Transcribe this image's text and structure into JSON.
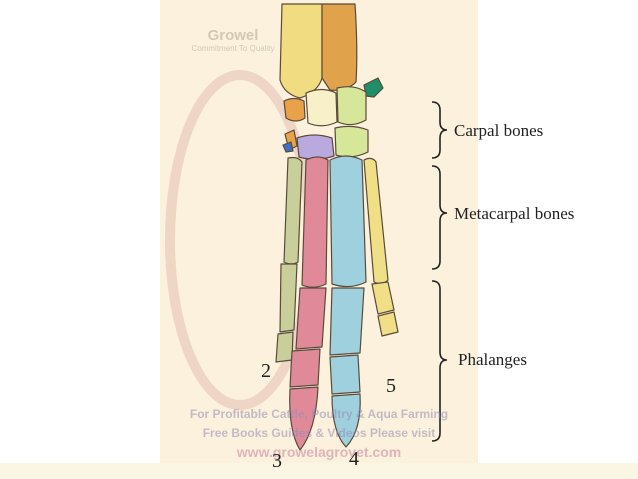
{
  "watermark": {
    "logo_name": "Growel",
    "logo_tagline": "Commitment To Quality",
    "line1": "For Profitable Cattle, Poultry & Aqua Farming",
    "line2": "Free Books Guides & Videos Please visit",
    "line3": "www.growelagrovet.com"
  },
  "labels": {
    "carpal": "Carpal bones",
    "metacarpal": "Metacarpal bones",
    "phalanges": "Phalanges"
  },
  "digits": {
    "d2": "2",
    "d3": "3",
    "d4": "4",
    "d5": "5"
  },
  "colors": {
    "radius": "#f1dc82",
    "ulna": "#e0a24a",
    "digit2": "#c8cf9a",
    "digit3": "#e08a99",
    "digit4": "#9fd0de",
    "digit5": "#f0df86",
    "carpal_green": "#d6e79a",
    "carpal_purple": "#b9a9df",
    "carpal_orange": "#e9a24a",
    "carpal_blue": "#3f6fc7",
    "accessory_teal": "#1f8f6a"
  }
}
